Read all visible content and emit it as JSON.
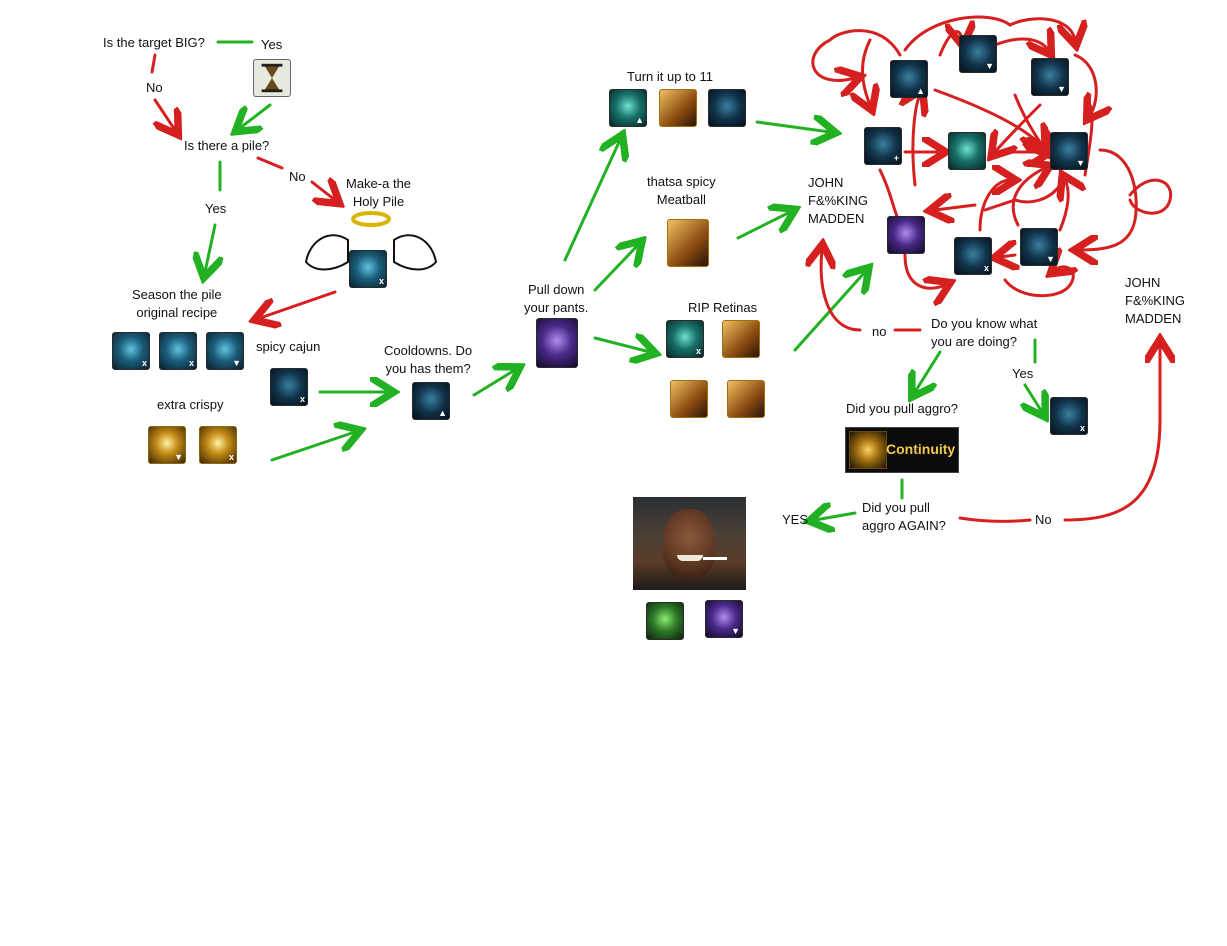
{
  "labels": {
    "q_big": "Is the target BIG?",
    "yes_1": "Yes",
    "no_1": "No",
    "q_pile": "Is there a pile?",
    "no_2": "No",
    "yes_2": "Yes",
    "holy_pile": "Make-a the\nHoly Pile",
    "season": "Season the pile\noriginal recipe",
    "spicy_cajun": "spicy cajun",
    "extra_crispy": "extra crispy",
    "cooldowns": "Cooldowns. Do\nyou has them?",
    "pull_pants": "Pull down\nyour pants.",
    "turn_11": "Turn it up to 11",
    "spicy_meatball": "thatsa spicy\nMeatball",
    "rip_retinas": "RIP Retinas",
    "madden_1": "JOHN\nF&%KING\nMADDEN",
    "madden_2": "JOHN\nF&%KING\nMADDEN",
    "no_3": "no",
    "know_doing": "Do you know what\nyou are doing?",
    "yes_3": "Yes",
    "pull_aggro": "Did you pull aggro?",
    "continuity": "Continuity",
    "pull_again": "Did you pull\naggro AGAIN?",
    "yes_caps": "YES",
    "no_4": "No"
  },
  "colors": {
    "green_arrow": "#22b122",
    "red_arrow": "#d62020",
    "background": "#ffffff"
  },
  "icons": [
    {
      "name": "hourglass-icon",
      "style": "ic-hourglass"
    },
    {
      "name": "holy-pile-icon",
      "style": "ic-blue",
      "mark": "x"
    },
    {
      "name": "frost-icon",
      "style": "ic-blue",
      "mark": "x"
    },
    {
      "name": "shatter-icon",
      "style": "ic-blue",
      "mark": "x"
    },
    {
      "name": "swirl-icon",
      "style": "ic-blue",
      "mark": "▼"
    },
    {
      "name": "cajun-icon",
      "style": "ic-dark",
      "mark": "x"
    },
    {
      "name": "crispy-icon-1",
      "style": "ic-gold",
      "mark": "▼"
    },
    {
      "name": "crispy-icon-2",
      "style": "ic-gold",
      "mark": "x"
    },
    {
      "name": "cooldown-icon",
      "style": "ic-dark",
      "mark": "▲"
    },
    {
      "name": "pants-icon",
      "style": "ic-purple"
    },
    {
      "name": "turn11-icon-1",
      "style": "ic-teal",
      "mark": "▲"
    },
    {
      "name": "turn11-icon-2",
      "style": "ic-orange"
    },
    {
      "name": "turn11-icon-3",
      "style": "ic-dark"
    },
    {
      "name": "meatball-icon",
      "style": "ic-orange"
    },
    {
      "name": "retina-icon-1",
      "style": "ic-teal",
      "mark": "x"
    },
    {
      "name": "retina-icon-2",
      "style": "ic-orange"
    },
    {
      "name": "retina-icon-3",
      "style": "ic-orange"
    },
    {
      "name": "retina-icon-4",
      "style": "ic-orange"
    },
    {
      "name": "madden-icon-1",
      "style": "ic-dark",
      "mark": "▲"
    },
    {
      "name": "madden-icon-2",
      "style": "ic-dark",
      "mark": "▼"
    },
    {
      "name": "madden-icon-3",
      "style": "ic-dark",
      "mark": "▼"
    },
    {
      "name": "madden-icon-4",
      "style": "ic-dark",
      "mark": "+"
    },
    {
      "name": "madden-icon-5",
      "style": "ic-teal"
    },
    {
      "name": "madden-icon-6",
      "style": "ic-dark",
      "mark": "▼"
    },
    {
      "name": "madden-icon-7",
      "style": "ic-purple"
    },
    {
      "name": "madden-icon-8",
      "style": "ic-dark",
      "mark": "x"
    },
    {
      "name": "madden-icon-9",
      "style": "ic-dark",
      "mark": "▼"
    },
    {
      "name": "know-yes-icon",
      "style": "ic-dark",
      "mark": "x"
    },
    {
      "name": "denzel-icon-1",
      "style": "ic-green"
    },
    {
      "name": "denzel-icon-2",
      "style": "ic-purple",
      "mark": "▼"
    }
  ]
}
